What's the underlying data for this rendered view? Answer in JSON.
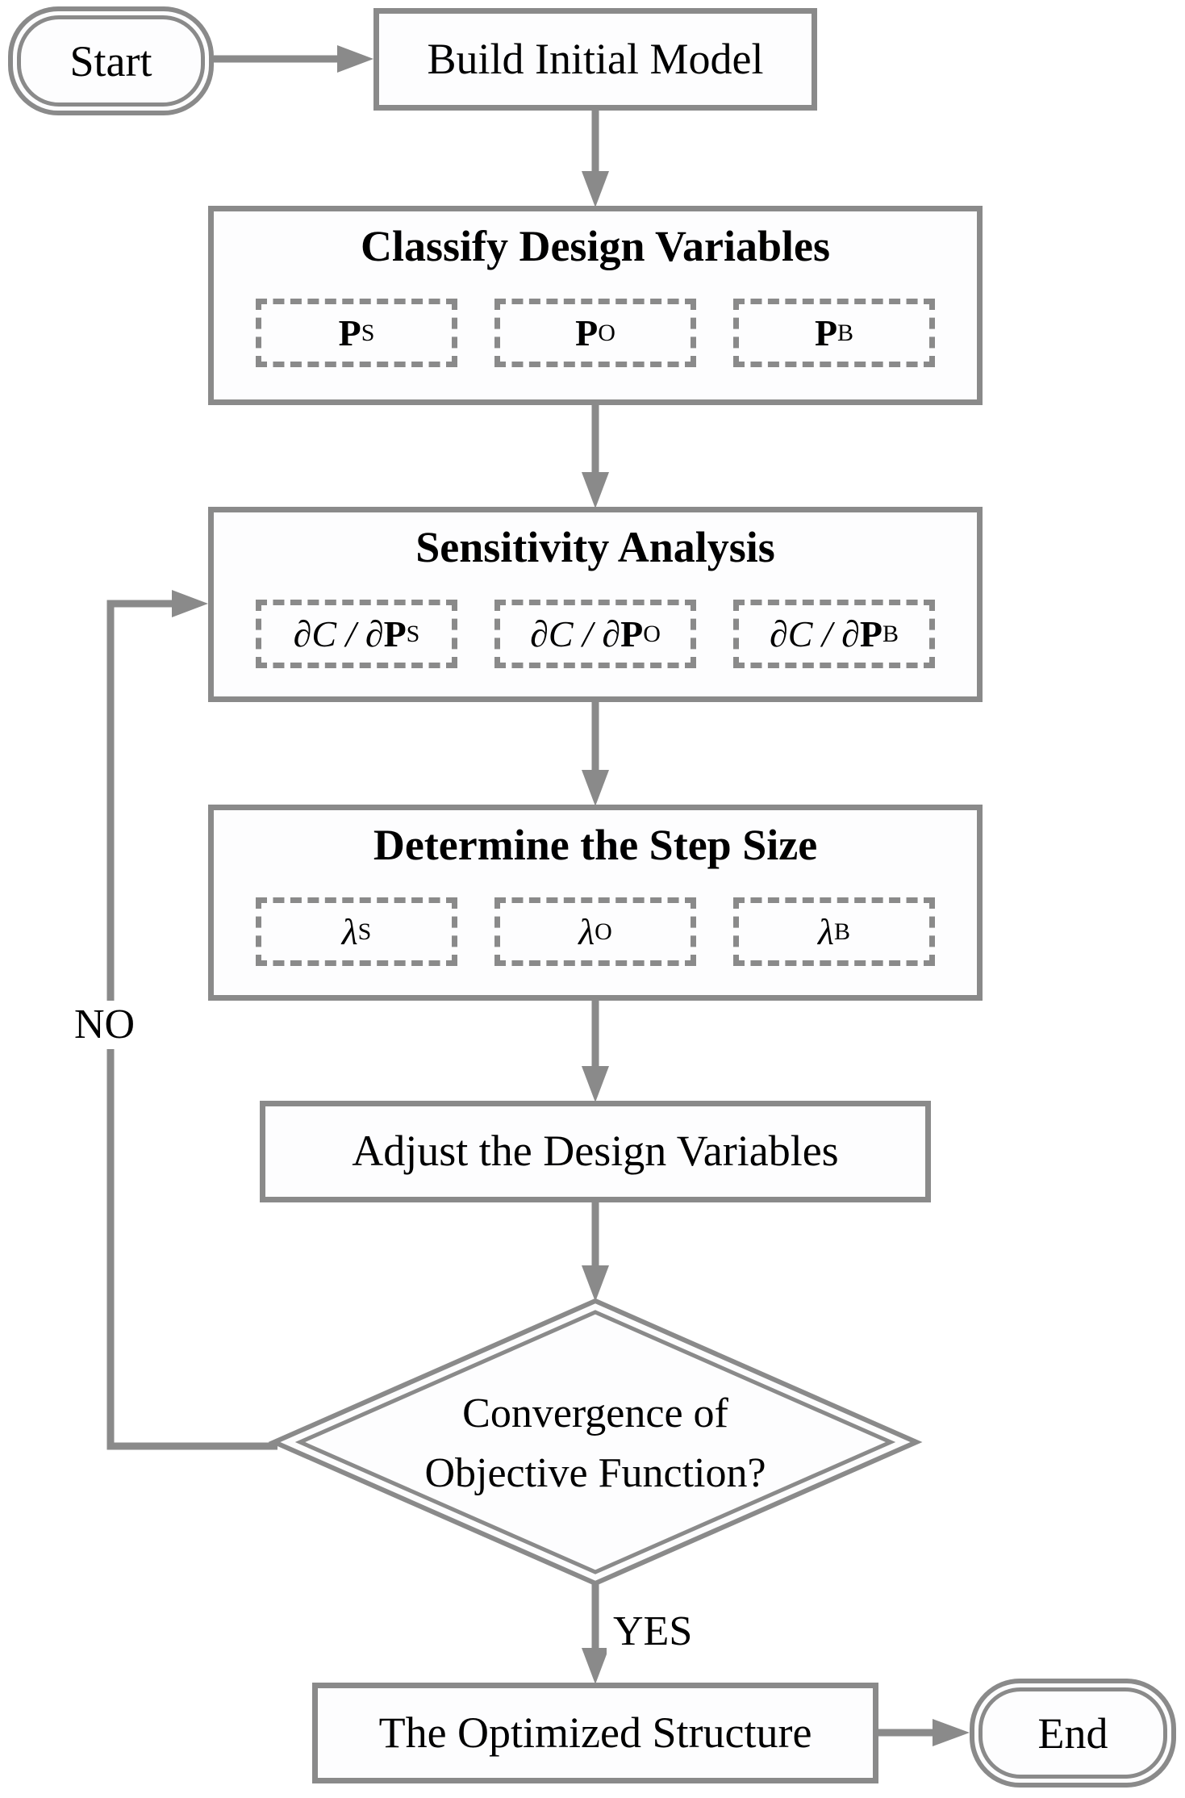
{
  "palette": {
    "line_gray": "#8a8a8a",
    "text_black": "#000000",
    "shape_fill": "#fdfdfe"
  },
  "nodes": {
    "start": {
      "label": "Start"
    },
    "build": {
      "label": "Build Initial Model"
    },
    "classify": {
      "title": "Classify Design Variables",
      "items": [
        {
          "pre": "",
          "main": "P",
          "sup": "S"
        },
        {
          "pre": "",
          "main": "P",
          "sup": "O"
        },
        {
          "pre": "",
          "main": "P",
          "sup": "B"
        }
      ]
    },
    "sensitivity": {
      "title": "Sensitivity Analysis",
      "items": [
        {
          "pre": "∂C / ∂",
          "main": "P",
          "sup": "S"
        },
        {
          "pre": "∂C / ∂",
          "main": "P",
          "sup": "O"
        },
        {
          "pre": "∂C / ∂",
          "main": "P",
          "sup": "B"
        }
      ]
    },
    "step_size": {
      "title": "Determine the Step Size",
      "items": [
        {
          "pre": "",
          "main": "λ",
          "sup": "S"
        },
        {
          "pre": "",
          "main": "λ",
          "sup": "O"
        },
        {
          "pre": "",
          "main": "λ",
          "sup": "B"
        }
      ]
    },
    "adjust": {
      "label": "Adjust the Design Variables"
    },
    "decision": {
      "line1": "Convergence of",
      "line2": "Objective Function?"
    },
    "optimized": {
      "label": "The Optimized Structure"
    },
    "end": {
      "label": "End"
    }
  },
  "edges": {
    "no_label": "NO",
    "yes_label": "YES"
  }
}
